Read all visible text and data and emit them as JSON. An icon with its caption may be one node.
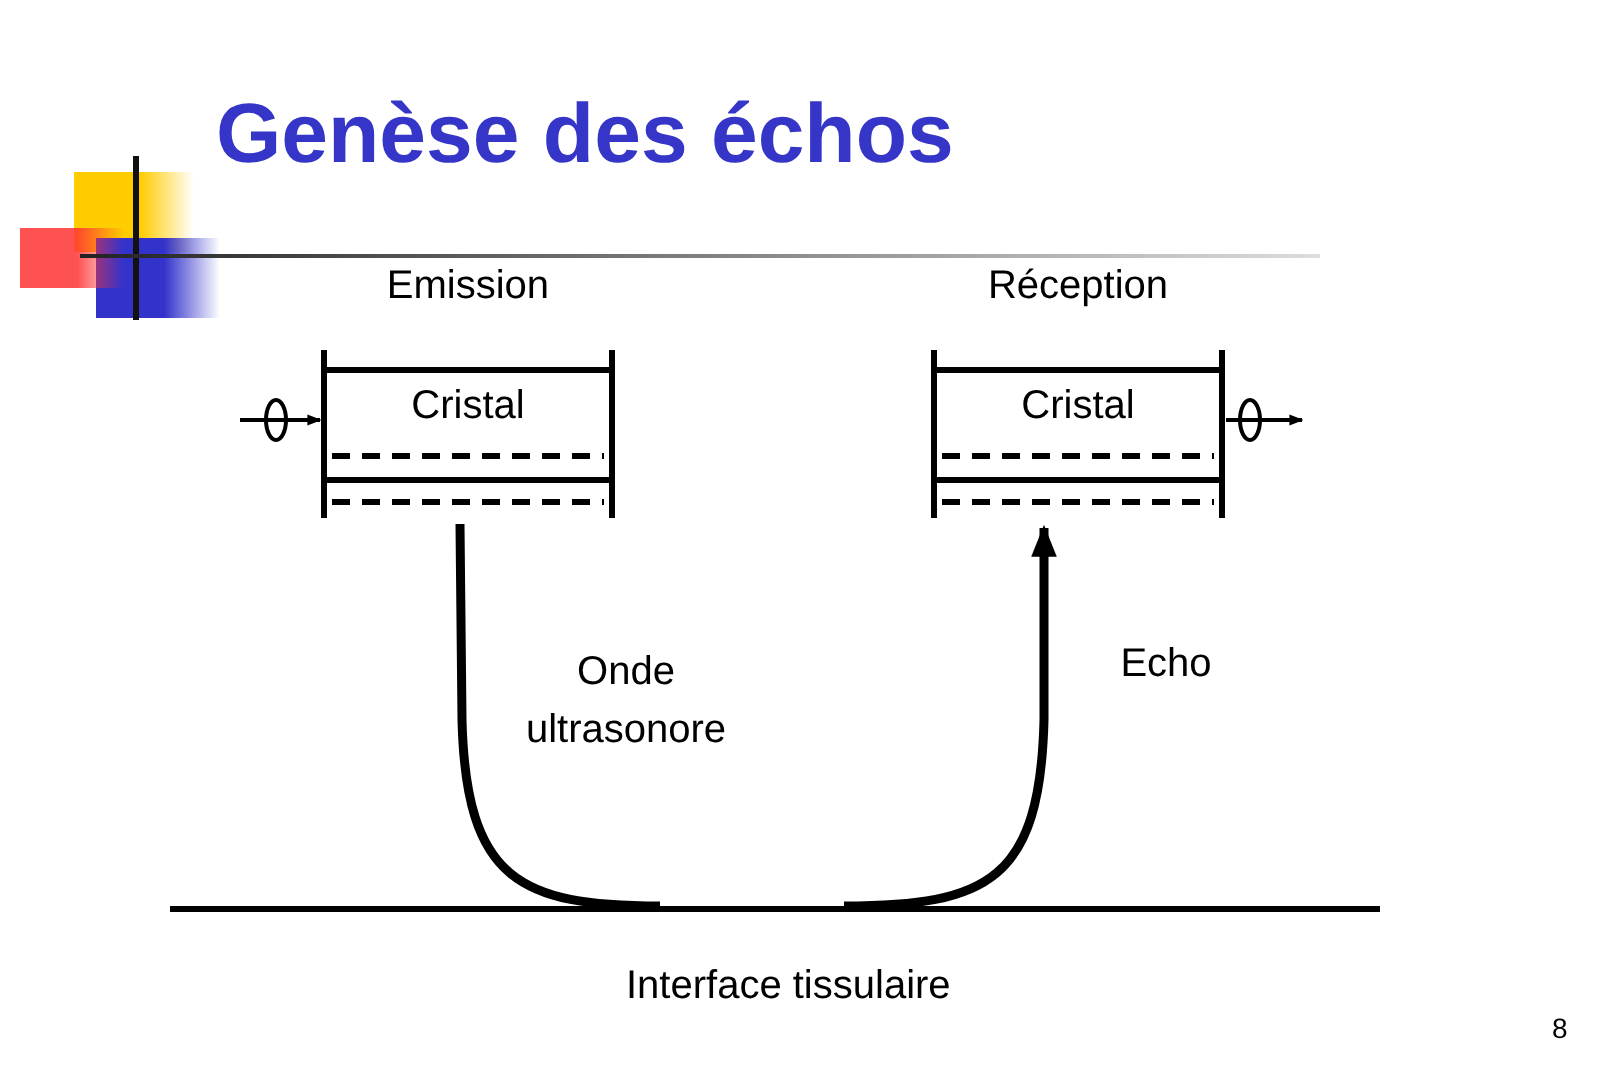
{
  "diagram": {
    "title": "Genèse des échos",
    "nodes": [
      {
        "text": [
          "Emission",
          "Cristal"
        ]
      },
      {
        "text": [
          "Réception",
          "Cristal"
        ]
      },
      {
        "text": [
          "Interface tissulaire"
        ]
      }
    ],
    "edges": [
      {
        "from": null,
        "to": 0,
        "arrow": "to"
      },
      {
        "from": 1,
        "to": null,
        "arrow": "to"
      },
      {
        "from": 0,
        "to": 2,
        "arrow": "none",
        "label": "Onde ultrasonore",
        "style": "thick"
      },
      {
        "from": 2,
        "to": 1,
        "arrow": "to",
        "label": "Echo",
        "style": "thick"
      }
    ],
    "labels": [
      "8"
    ]
  }
}
